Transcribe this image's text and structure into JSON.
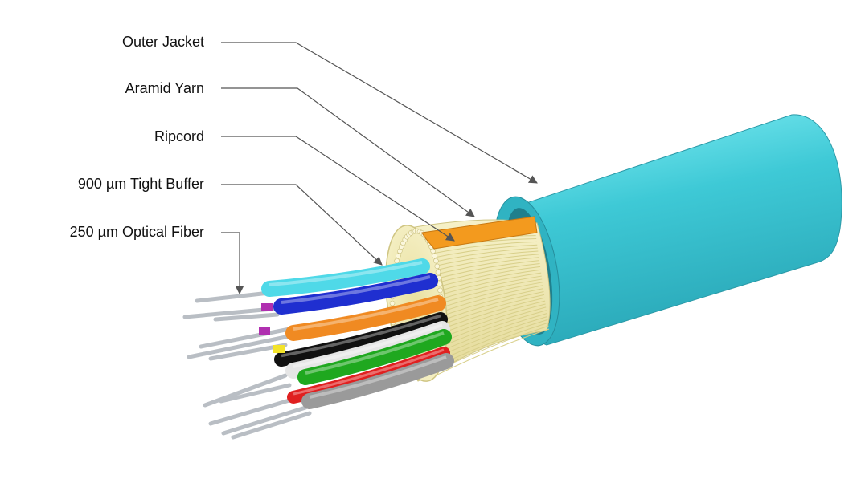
{
  "labels": {
    "outer_jacket": "Outer Jacket",
    "aramid_yarn": "Aramid Yarn",
    "ripcord": "Ripcord",
    "tight_buffer": "900 µm Tight Buffer",
    "optical_fiber": "250 µm Optical Fiber"
  },
  "colors": {
    "jacket": "#3ec9d6",
    "jacket_light": "#7eeaf0",
    "yarn": "#f1ebb8",
    "yarn_dark": "#d8cf8a",
    "ripcord": "#f39a1e",
    "fiber": "#b9bec4",
    "buffers": [
      "#4fd9e8",
      "#1f2fd0",
      "#f08a22",
      "#e6e6e6",
      "#1fa81f",
      "#9a9a9a",
      "#111111",
      "#e02020",
      "#b030b0",
      "#f3e32a"
    ]
  }
}
